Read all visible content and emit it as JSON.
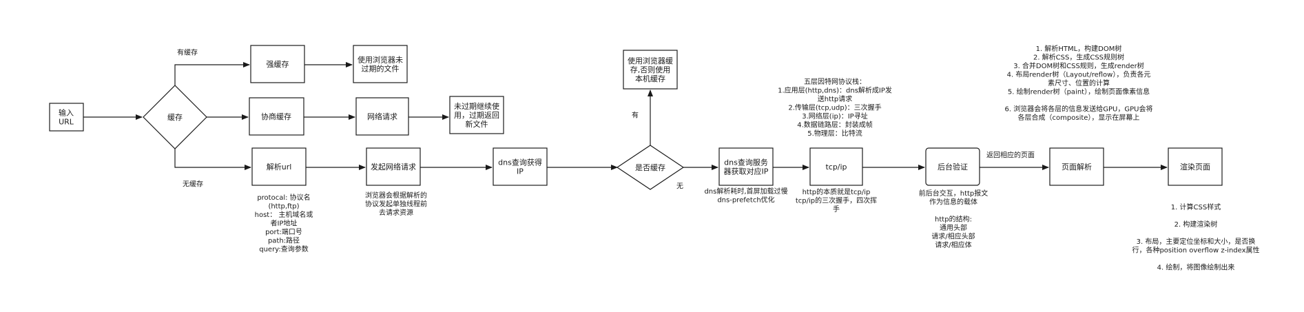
{
  "nodes": {
    "input_url": [
      "输入",
      "URL"
    ],
    "cache": [
      "缓存"
    ],
    "strong_cache": [
      "强缓存"
    ],
    "use_unexpired": [
      "使用浏览器未",
      "过期的文件"
    ],
    "negotiate_cache": [
      "协商缓存"
    ],
    "network_request": [
      "网络请求"
    ],
    "unexpired_continue": [
      "未过期继续使",
      "用，过期返回",
      "新文件"
    ],
    "parse_url": [
      "解析url"
    ],
    "initiate_request": [
      "发起网络请求"
    ],
    "dns_query": [
      "dns查询获得",
      "IP"
    ],
    "is_cached": [
      "是否缓存"
    ],
    "use_browser_cache": [
      "使用浏览器缓",
      "存,否则使用",
      "本机缓存"
    ],
    "dns_server": [
      "dns查询服务",
      "器获取对应IP"
    ],
    "tcp_ip": [
      "tcp/ip"
    ],
    "backend_verify": [
      "后台验证"
    ],
    "page_parse": [
      "页面解析"
    ],
    "render_page": [
      "渲染页面"
    ]
  },
  "edge_labels": {
    "has_cache": "有缓存",
    "no_cache": "无缓存",
    "yes": "有",
    "no": "无",
    "return_page": "返回相应的页面"
  },
  "notes": {
    "url_parts": [
      "protocal: 协议名",
      "(http,ftp)",
      "host： 主机域名或",
      "者IP地址",
      "port:端口号",
      "path:路径",
      "query:查询参数"
    ],
    "request_note": [
      "浏览器会根据解析的",
      "协议发起单独线程前",
      "去请求资源"
    ],
    "dns_note": [
      "dns解析耗时,首屏加载过慢",
      "dns-prefetch优化"
    ],
    "osi_layers": [
      "五层因特网协议栈：",
      "1.应用层(http,dns)：dns解析成IP发",
      "送http请求",
      "2.传输层(tcp,udp)：三次握手",
      "3.网络层(ip)：IP寻址",
      "4.数据链路层：封装成帧",
      "5.物理层：比特流"
    ],
    "tcp_note": [
      "http的本质就是tcp/ip",
      "tcp/ip的三次握手，四次挥",
      "手"
    ],
    "backend_note": [
      "前后台交互，http报文",
      "作为信息的载体",
      "",
      "http的结构:",
      "通用头部",
      "请求/相应头部",
      "请求/相应体"
    ],
    "parse_steps": [
      "1. 解析HTML，构建DOM树",
      "2. 解析CSS，生成CSS规则树",
      "3. 合并DOM树和CSS规则，生成render树",
      "4. 布局render树（Layout/reflow），负责各元",
      "素尺寸、位置的计算",
      "5. 绘制render树（paint），绘制页面像素信息",
      "",
      "6. 浏览器会将各层的信息发送给GPU，GPU会将",
      "各层合成（composite），显示在屏幕上"
    ],
    "render_steps": [
      "1. 计算CSS样式",
      "",
      "2. 构建渲染树",
      "",
      "3. 布局，主要定位坐标和大小，是否换",
      "行，各种position overflow z-index属性",
      "",
      "4. 绘制，将图像绘制出来"
    ]
  }
}
